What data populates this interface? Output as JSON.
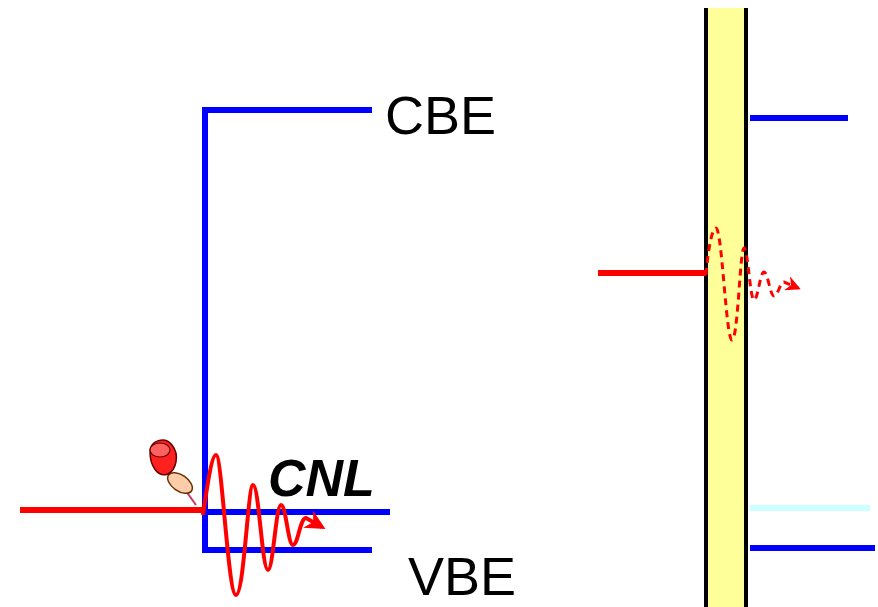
{
  "diagram": {
    "labels": [
      "CBE",
      "CNL",
      "VBE"
    ]
  }
}
